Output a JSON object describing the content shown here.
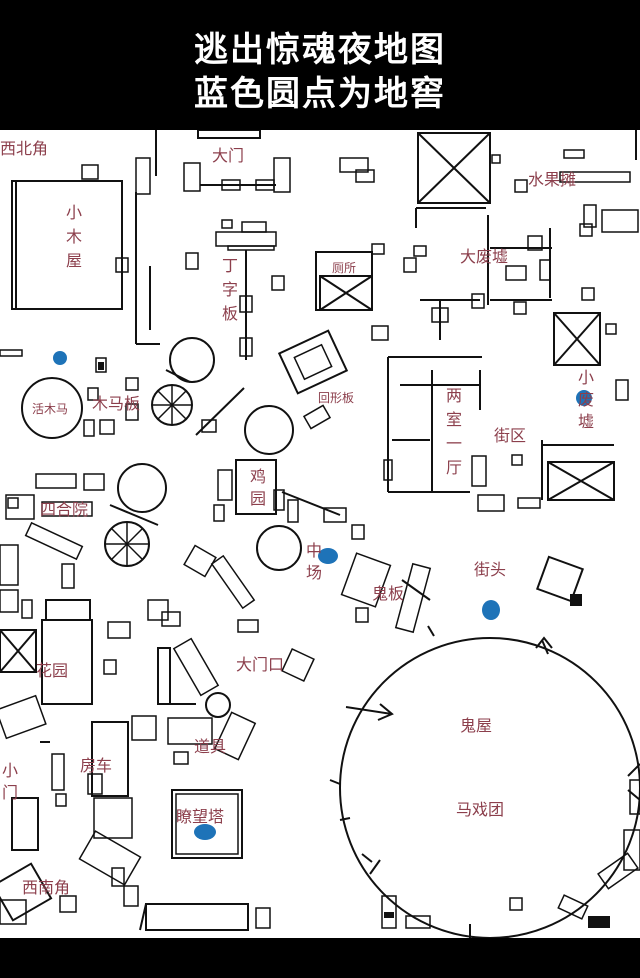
{
  "header": {
    "title": "逃出惊魂夜地图",
    "subtitle": "蓝色圆点为地窖"
  },
  "colors": {
    "label": "#8c3f4c",
    "cellar_dot": "#1e73b8",
    "background": "#000000",
    "map_bg": "#ffffff"
  },
  "labels": {
    "northwest_corner": "西北角",
    "main_gate_top": "大门",
    "fruit_stall": "水果摊",
    "cabin": "小木屋",
    "ding_board": "丁字板",
    "toilet": "厕所",
    "big_ruins": "大废墟",
    "carousel": "活木马",
    "wooden_horse_board": "木马板",
    "loop_board": "回形板",
    "two_room_hall": "两室一厅",
    "small_ruins": "小废墟",
    "block": "街区",
    "chicken_garden": "鸡园",
    "courtyard": "四合院",
    "center": "中场",
    "ghost_board": "鬼板",
    "street_end": "街头",
    "garden": "花园",
    "main_gate_mouth": "大门口",
    "ghost_house": "鬼屋",
    "rv": "房车",
    "prop_cart": "道具",
    "small_gate": "小门",
    "watchtower": "瞭望塔",
    "circus": "马戏团",
    "southwest_corner": "西南角"
  }
}
